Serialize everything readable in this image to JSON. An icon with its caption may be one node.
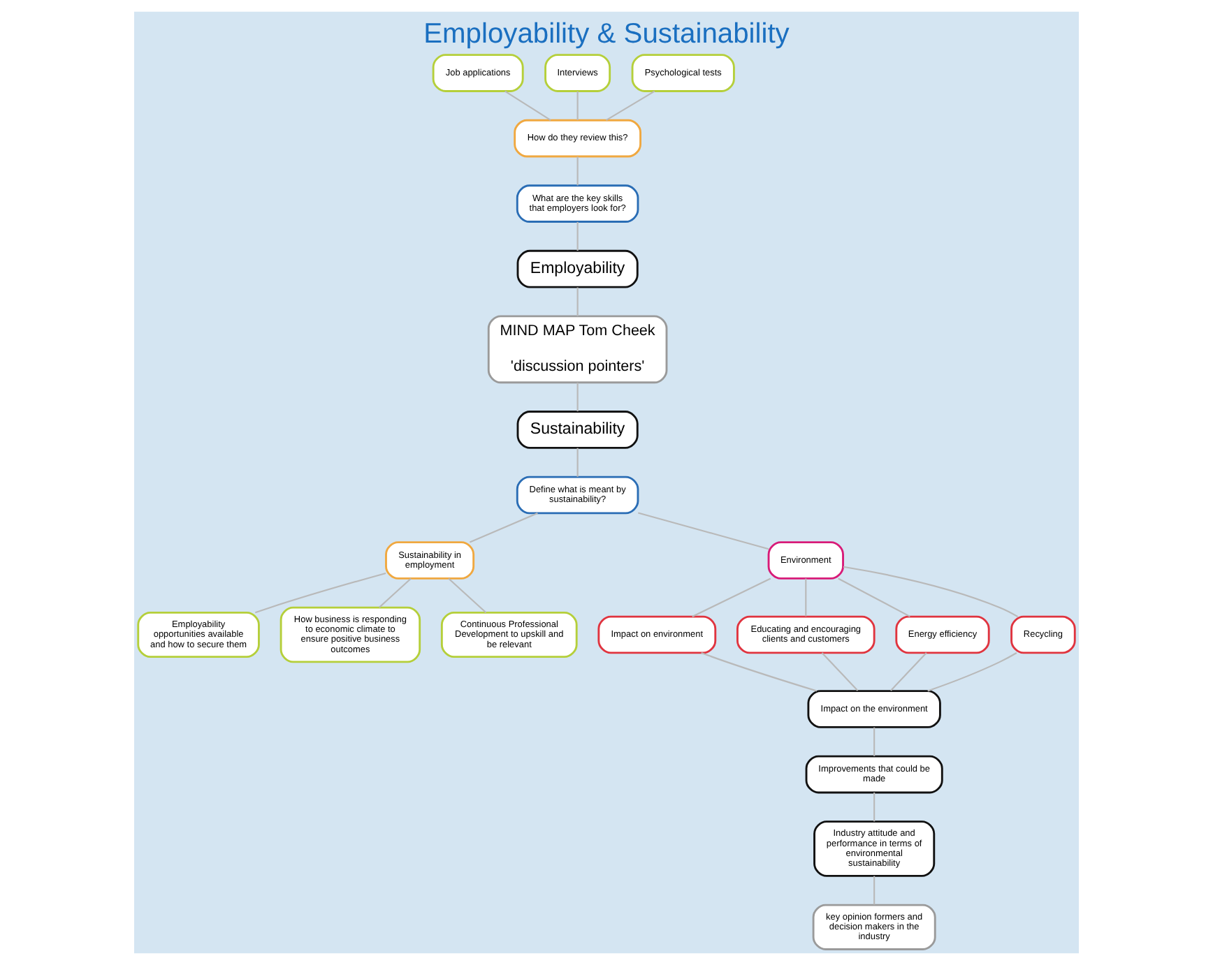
{
  "diagram": {
    "title": "Employability & Sustainability",
    "nodes": [
      {
        "text": [
          "Job applications"
        ]
      },
      {
        "text": [
          "Interviews"
        ]
      },
      {
        "text": [
          "Psychological tests"
        ]
      },
      {
        "text": [
          "How do they review this?"
        ]
      },
      {
        "text": [
          "What are the key skills that employers look for?"
        ]
      },
      {
        "text": [
          "Employability"
        ]
      },
      {
        "text": [
          "MIND MAP Tom Cheek",
          "'discussion pointers'"
        ]
      },
      {
        "text": [
          "Sustainability"
        ]
      },
      {
        "text": [
          "Define what is meant by sustainability?"
        ]
      },
      {
        "text": [
          "Impact on environment"
        ]
      },
      {
        "text": [
          "Employability opportunities available and how to secure them"
        ]
      },
      {
        "text": [
          "Sustainability in employment"
        ]
      },
      {
        "text": [
          "Environment"
        ]
      },
      {
        "text": [
          "Educating and encouraging clients and customers"
        ]
      },
      {
        "text": [
          "How business is responding to economic climate to ensure positive business outcomes"
        ]
      },
      {
        "text": [
          "Energy efficiency"
        ]
      },
      {
        "text": [
          "Continuous Professional Development to upskill and be relevant"
        ]
      },
      {
        "text": [
          "Recycling"
        ]
      },
      {
        "text": [
          "Impact on the environment"
        ]
      },
      {
        "text": [
          "Improvements that could be made"
        ]
      },
      {
        "text": [
          "Industry attitude and performance in terms of environmental sustainability"
        ]
      },
      {
        "text": [
          "key opinion formers and decision makers in the industry"
        ]
      }
    ],
    "edges": [
      {
        "from": 0,
        "to": 3,
        "arrow": "none"
      },
      {
        "from": 1,
        "to": 3,
        "arrow": "none"
      },
      {
        "from": 2,
        "to": 3,
        "arrow": "none"
      },
      {
        "from": 3,
        "to": 4,
        "arrow": "none"
      },
      {
        "from": 4,
        "to": 5,
        "arrow": "none"
      },
      {
        "from": 5,
        "to": 6,
        "arrow": "none"
      },
      {
        "from": 6,
        "to": 7,
        "arrow": "none"
      },
      {
        "from": 7,
        "to": 8,
        "arrow": "none"
      },
      {
        "from": 8,
        "to": 11,
        "arrow": "none"
      },
      {
        "from": 8,
        "to": 12,
        "arrow": "none"
      },
      {
        "from": 11,
        "to": 10,
        "arrow": "none"
      },
      {
        "from": 11,
        "to": 14,
        "arrow": "none"
      },
      {
        "from": 11,
        "to": 16,
        "arrow": "none"
      },
      {
        "from": 12,
        "to": 9,
        "arrow": "none"
      },
      {
        "from": 12,
        "to": 13,
        "arrow": "none"
      },
      {
        "from": 12,
        "to": 15,
        "arrow": "none"
      },
      {
        "from": 12,
        "to": 17,
        "arrow": "none"
      },
      {
        "from": 9,
        "to": 18,
        "arrow": "none"
      },
      {
        "from": 13,
        "to": 18,
        "arrow": "none"
      },
      {
        "from": 15,
        "to": 18,
        "arrow": "none"
      },
      {
        "from": 17,
        "to": 18,
        "arrow": "none"
      },
      {
        "from": 18,
        "to": 19,
        "arrow": "none"
      },
      {
        "from": 19,
        "to": 20,
        "arrow": "none"
      },
      {
        "from": 20,
        "to": 21,
        "arrow": "none"
      }
    ]
  }
}
